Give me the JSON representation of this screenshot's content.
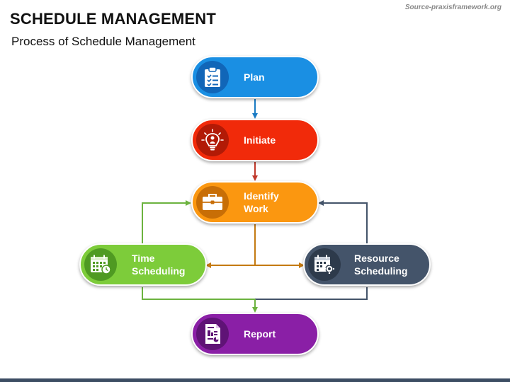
{
  "header": {
    "title": "SCHEDULE MANAGEMENT",
    "subtitle": "Process of Schedule Management",
    "source": "Source-praxisframework.org"
  },
  "nodes": {
    "plan": {
      "label": "Plan",
      "color": "#1a8fe3",
      "circle_color": "#1166b8",
      "icon": "checklist-clipboard-icon"
    },
    "initiate": {
      "label": "Initiate",
      "color": "#f12a0a",
      "circle_color": "#b21a06",
      "icon": "idea-lightbulb-icon"
    },
    "identify_work": {
      "label_line1": "Identify",
      "label_line2": "Work",
      "color": "#fb9710",
      "circle_color": "#c86e06",
      "icon": "briefcase-icon"
    },
    "time_scheduling": {
      "label_line1": "Time",
      "label_line2": "Scheduling",
      "color": "#7dcc3a",
      "circle_color": "#4f9a22",
      "icon": "calendar-clock-icon"
    },
    "resource_scheduling": {
      "label_line1": "Resource",
      "label_line2": "Scheduling",
      "color": "#44546a",
      "circle_color": "#2d3a4b",
      "icon": "calendar-gear-icon"
    },
    "report": {
      "label": "Report",
      "color": "#8a1fa6",
      "circle_color": "#5f1376",
      "icon": "report-document-icon"
    }
  },
  "connector_colors": {
    "blue": "#1a7bc4",
    "red": "#c0392b",
    "orange": "#c47a12",
    "green": "#6cb33f",
    "slate": "#44546a"
  }
}
